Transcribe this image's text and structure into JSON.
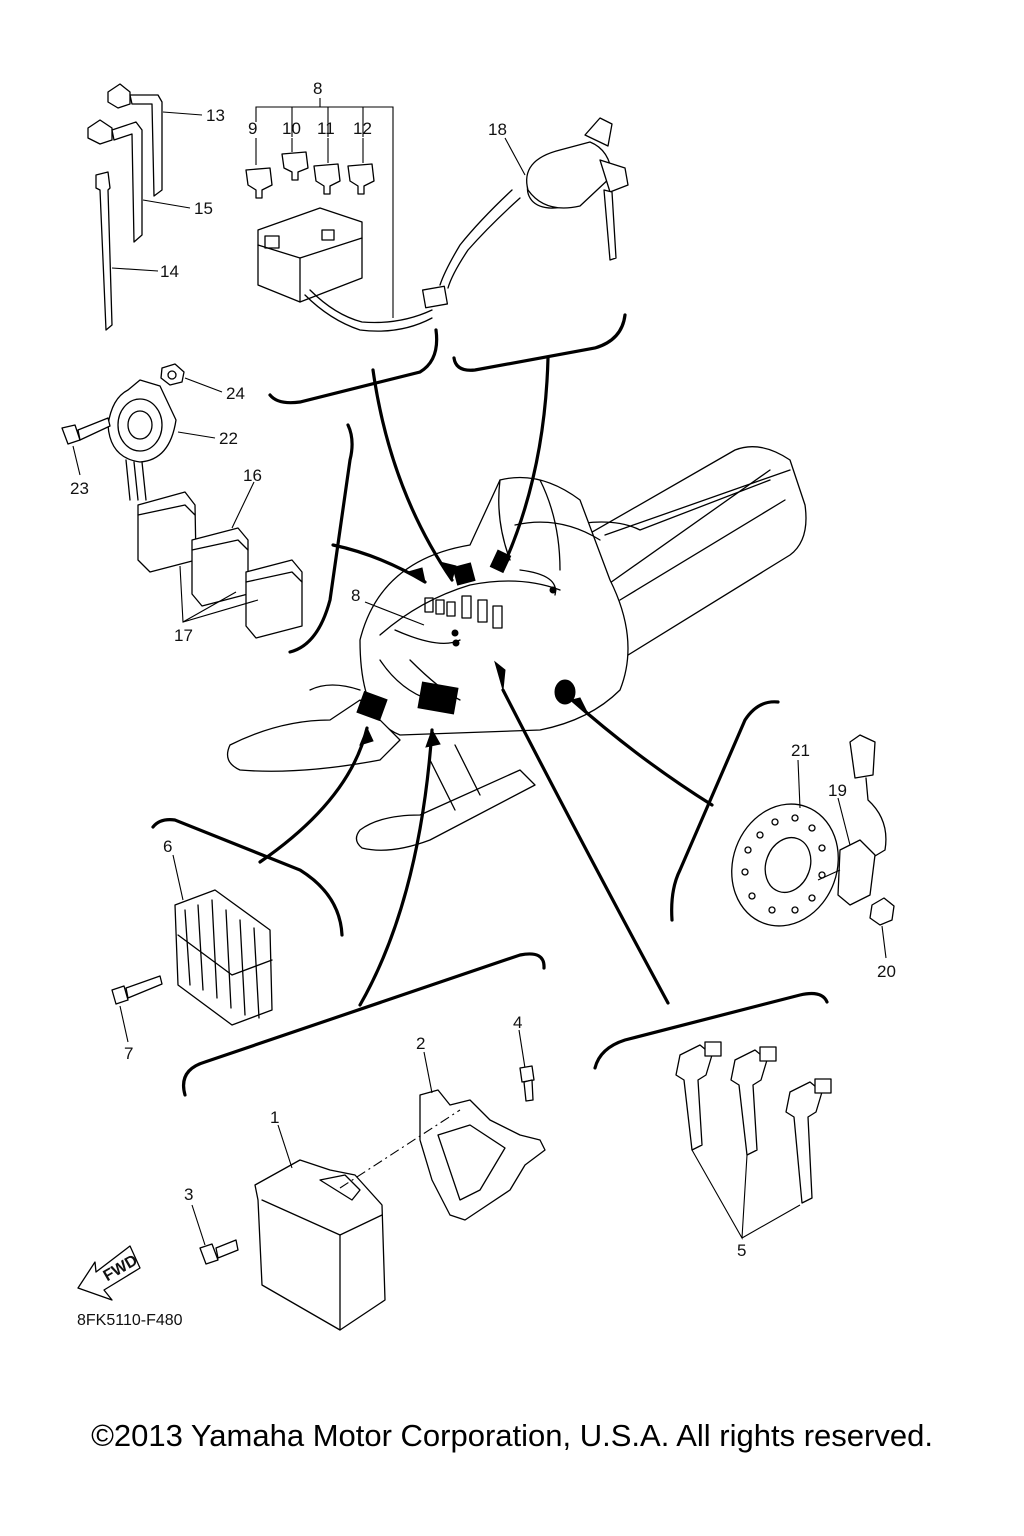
{
  "diagram": {
    "callouts": {
      "c1": "1",
      "c2": "2",
      "c3": "3",
      "c4": "4",
      "c5": "5",
      "c6": "6",
      "c7": "7",
      "c8a": "8",
      "c8b": "8",
      "c9": "9",
      "c10": "10",
      "c11": "11",
      "c12": "12",
      "c13": "13",
      "c14": "14",
      "c15": "15",
      "c16": "16",
      "c17": "17",
      "c18": "18",
      "c19": "19",
      "c20": "20",
      "c21": "21",
      "c22": "22",
      "c23": "23",
      "c24": "24"
    },
    "fwd_label": "FWD",
    "drawing_code": "8FK5110-F480"
  },
  "footer": {
    "copyright": "©2013 Yamaha Motor Corporation, U.S.A. All rights reserved."
  }
}
